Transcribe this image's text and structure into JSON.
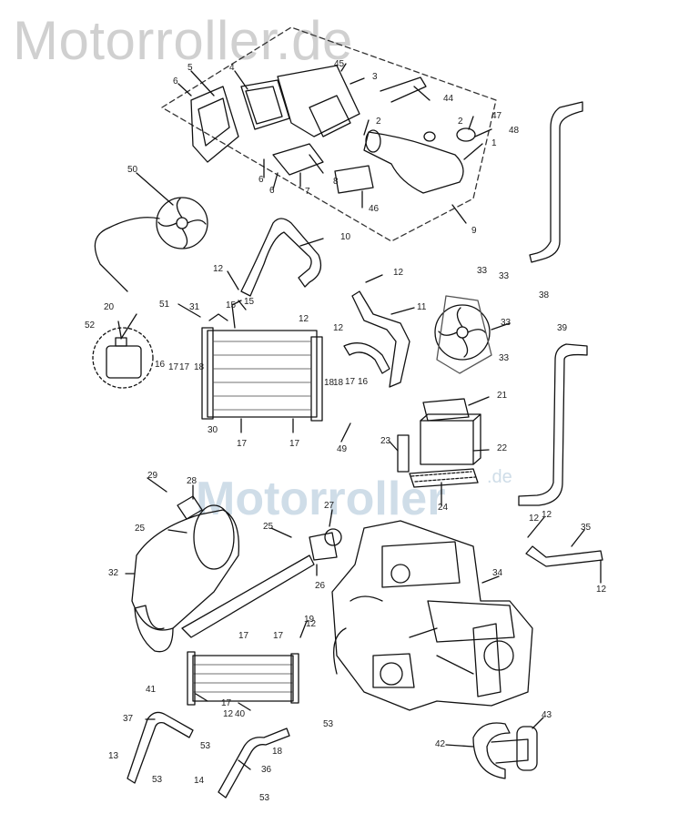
{
  "brand": {
    "title": "Motorroller.de"
  },
  "watermark": {
    "text": "Motorroller",
    "suffix": ".de"
  },
  "part_labels": [
    "1",
    "2",
    "2",
    "3",
    "4",
    "5",
    "6",
    "6",
    "6",
    "7",
    "8",
    "9",
    "10",
    "11",
    "12",
    "12",
    "12",
    "12",
    "12",
    "12",
    "12",
    "12",
    "12",
    "13",
    "14",
    "15",
    "15",
    "16",
    "16",
    "17",
    "17",
    "17",
    "17",
    "17",
    "17",
    "17",
    "17",
    "18",
    "18",
    "18",
    "18",
    "19",
    "20",
    "21",
    "22",
    "23",
    "24",
    "25",
    "25",
    "26",
    "27",
    "28",
    "29",
    "30",
    "31",
    "32",
    "33",
    "33",
    "33",
    "33",
    "34",
    "35",
    "36",
    "37",
    "38",
    "39",
    "40",
    "41",
    "42",
    "43",
    "44",
    "45",
    "46",
    "47",
    "48",
    "49",
    "50",
    "51",
    "52",
    "53",
    "53",
    "53",
    "53"
  ]
}
